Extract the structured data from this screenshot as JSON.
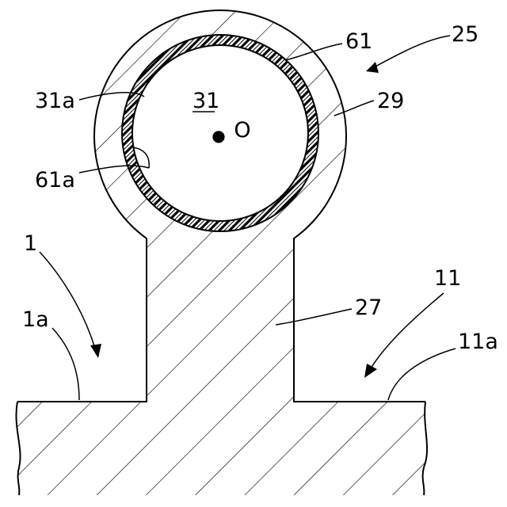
{
  "figure": {
    "labels": {
      "ref_25": "25",
      "ref_61": "61",
      "ref_31a": "31a",
      "ref_31": "31",
      "ref_29": "29",
      "ref_61a": "61a",
      "ref_1": "1",
      "ref_11": "11",
      "ref_27": "27",
      "ref_1a": "1a",
      "ref_11a": "11a"
    },
    "center_marks": {
      "filled_dot": "●",
      "open_circle": "O"
    },
    "colors": {
      "ink": "#000000",
      "paper": "#ffffff"
    }
  }
}
